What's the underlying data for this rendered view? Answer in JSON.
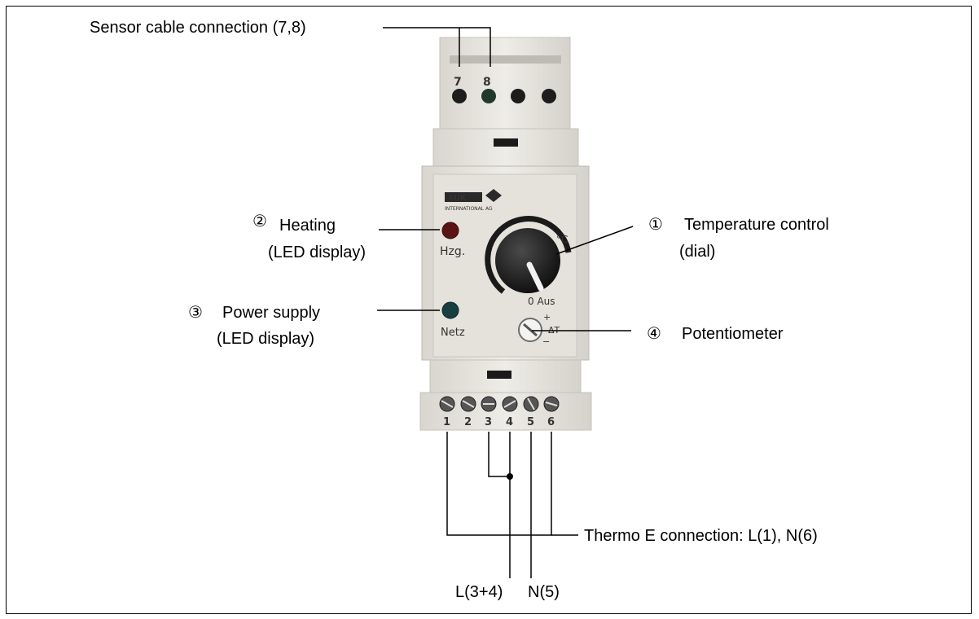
{
  "labels": {
    "sensor": "Sensor cable connection (7,8)",
    "heating_num": "②",
    "heating_1": "Heating",
    "heating_2": "(LED display)",
    "power_num": "③",
    "power_1": "Power supply",
    "power_2": "(LED display)",
    "temp_num": "①",
    "temp_1": "Temperature control",
    "temp_2": "(dial)",
    "pot_num": "④",
    "pot_1": "Potentiometer",
    "thermo": "Thermo E connection: L(1), N(6)",
    "l34": "L(3+4)",
    "n5": "N(5)"
  },
  "device": {
    "brand": "MIK",
    "brand_sub": "INTERNATIONAL AG",
    "led_heating_label": "Hzg.",
    "led_power_label": "Netz",
    "dial_unit": "°C",
    "dial_off": "0 Aus",
    "pot_symbol": "ΔT",
    "pot_plus": "+",
    "pot_minus": "−",
    "top_terminals": [
      "7",
      "8"
    ],
    "bottom_terminals": [
      "1",
      "2",
      "3",
      "4",
      "5",
      "6"
    ]
  },
  "colors": {
    "led_heating": "#5a1414",
    "led_power": "#173f40",
    "housing": "#e8e6df"
  }
}
